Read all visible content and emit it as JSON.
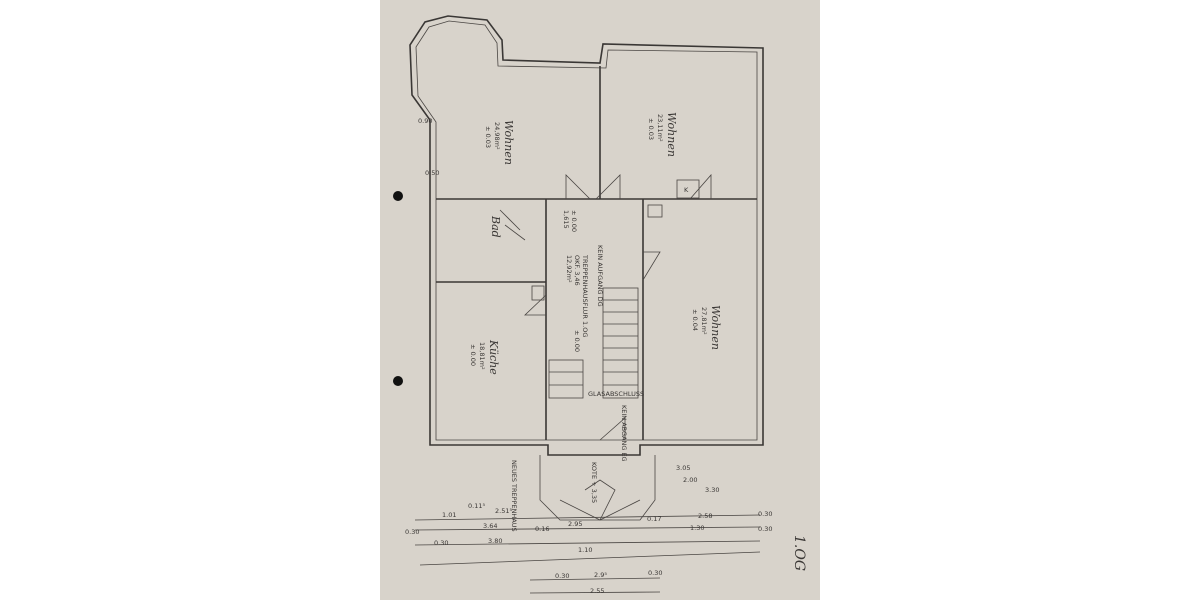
{
  "plan": {
    "floor_label": "1.OG",
    "rooms": {
      "wohnen_left": {
        "name": "Wohnen",
        "area": "24,98m²",
        "level": "± 0.03"
      },
      "wohnen_top_right": {
        "name": "Wohnen",
        "area": "23,11m²",
        "level": "± 0.03"
      },
      "bad": {
        "name": "Bad"
      },
      "kueche": {
        "name": "Küche",
        "area": "18,81m²",
        "level": "± 0.00"
      },
      "wohnen_right": {
        "name": "Wohnen",
        "area": "27,81m²",
        "level": "± 0.04"
      },
      "treppenhaus": {
        "name": "TREPPENHAUSFLUR 1.OG",
        "okf": "OKF. 3,46",
        "area": "12,92m²",
        "level": "± 0.00",
        "level2": "± 0.00",
        "height": "1,615"
      }
    },
    "notes": {
      "kein_aufgang": "KEIN AUFGANG DG",
      "glasabschluss": "GLASABSCHLUSS",
      "kein_abgang": "KEIN ABGANG EG",
      "neues_treppenhaus": "NEUES TREPPENHAUS",
      "kote": "KOTE + 3,35",
      "k": "K"
    },
    "dimensions": [
      "0.90",
      "0.50",
      "0.11⁵",
      "1.01",
      "2.51⁵",
      "3.64",
      "3.80",
      "0.30",
      "0.30",
      "2.95",
      "0.16",
      "1.10",
      "0.17",
      "2.58",
      "1.30",
      "0.30",
      "0.30",
      "0.30",
      "2.9⁵",
      "0.30",
      "2.55",
      "3.30",
      "2.00",
      "3.05"
    ]
  }
}
